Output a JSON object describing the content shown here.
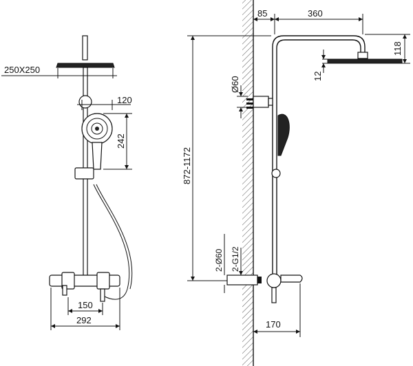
{
  "labels": {
    "head_size": "250X250",
    "handshower_width": "120",
    "handshower_height": "242",
    "valve_spacing": "150",
    "overall_width": "292",
    "wall_offset_top": "85",
    "arm_reach": "360",
    "head_drop": "118",
    "head_thickness": "12",
    "bracket_dia": "Ø60",
    "height_range": "872-1172",
    "inlet_dia": "2-Ø60",
    "inlet_thread": "2-G1/2",
    "valve_projection": "170"
  }
}
